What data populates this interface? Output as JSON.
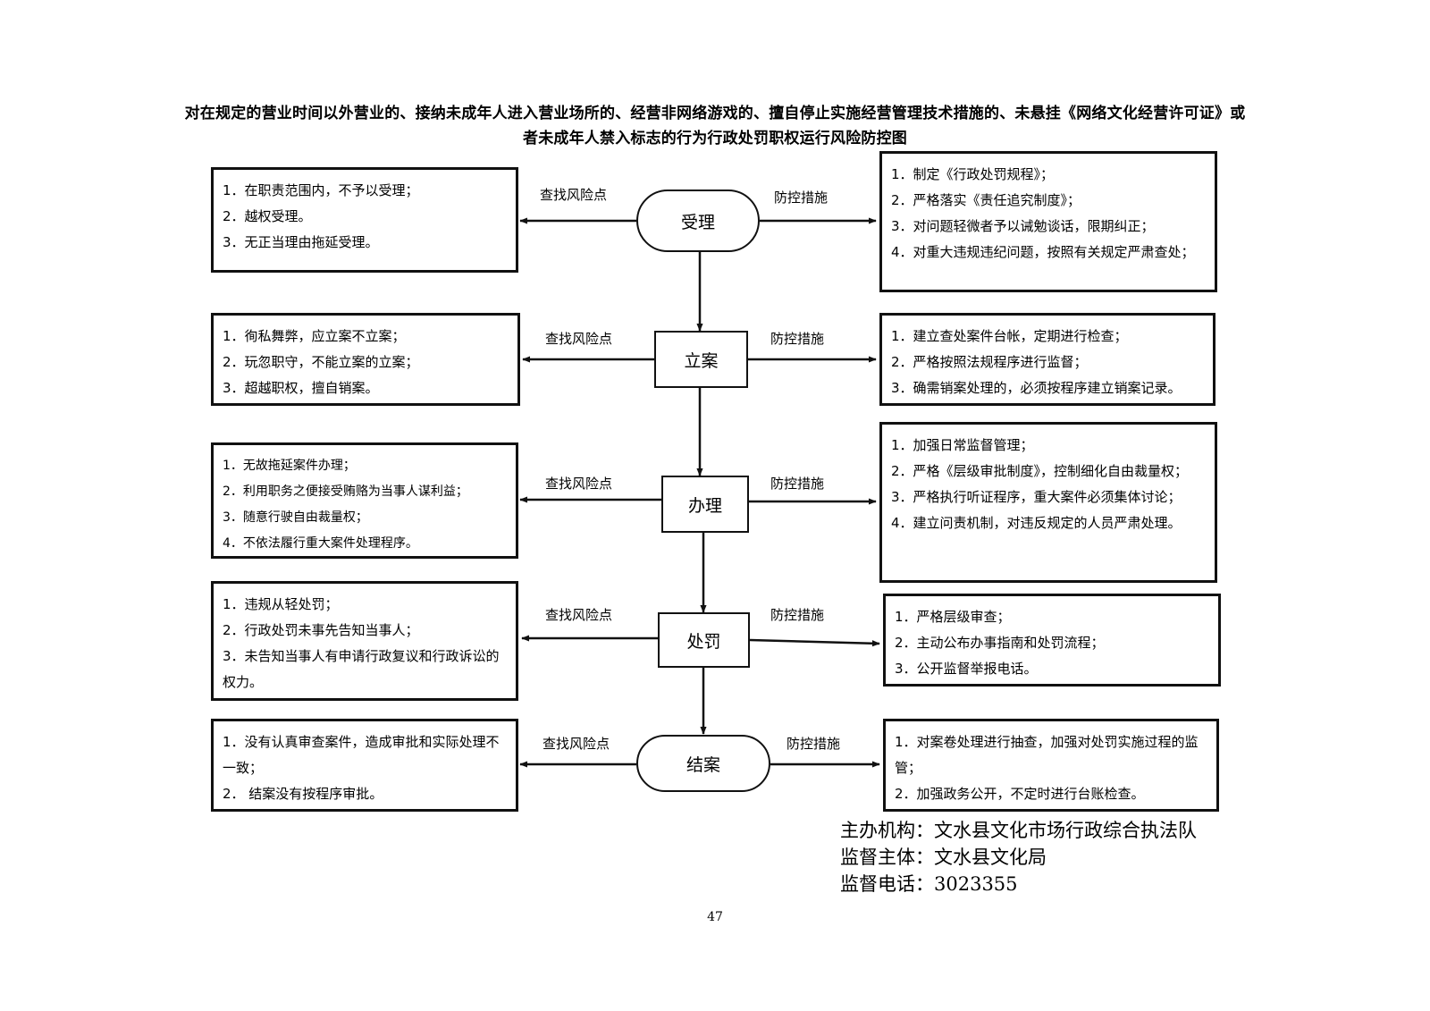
{
  "title": {
    "line1": "对在规定的营业时间以外营业的、接纳未成年人进入营业场所的、经营非网络游戏的、擅自停止实施经营管理技术措施的、未悬挂《网络文化经营许可证》或",
    "line2": "者未成年人禁入标志的行为行政处罚职权运行风险防控图"
  },
  "edge_labels": {
    "risk": "查找风险点",
    "control": "防控措施"
  },
  "stages": [
    {
      "name": "受理",
      "risks": [
        "1．在职责范围内，不予以受理；",
        "2．越权受理。",
        "3．无正当理由拖延受理。"
      ],
      "controls": [
        "1．制定《行政处罚规程》；",
        "2．严格落实《责任追究制度》；",
        "3．对问题轻微者予以诫勉谈话，限期纠正；",
        "4．对重大违规违纪问题，按照有关规定严肃查处；"
      ]
    },
    {
      "name": "立案",
      "risks": [
        "1．徇私舞弊，应立案不立案；",
        "2．玩忽职守，不能立案的立案；",
        "3．超越职权，擅自销案。"
      ],
      "controls": [
        "1．建立查处案件台帐，定期进行检查；",
        "2．严格按照法规程序进行监督；",
        "3．确需销案处理的，必须按程序建立销案记录。"
      ]
    },
    {
      "name": "办理",
      "risks": [
        "1．无故拖延案件办理；",
        "2．利用职务之便接受贿赂为当事人谋利益；",
        "3．随意行驶自由裁量权；",
        "4．不依法履行重大案件处理程序。"
      ],
      "controls": [
        "1．加强日常监督管理；",
        "2．严格《层级审批制度》，控制细化自由裁量权；",
        "3．严格执行听证程序，重大案件必须集体讨论；",
        "4．建立问责机制，对违反规定的人员严肃处理。"
      ]
    },
    {
      "name": "处罚",
      "risks": [
        "1．违规从轻处罚；",
        "2．行政处罚未事先告知当事人；",
        "3．未告知当事人有申请行政复议和行政诉讼的权力。"
      ],
      "controls": [
        "1．严格层级审查；",
        "2．主动公布办事指南和处罚流程；",
        "3．公开监督举报电话。"
      ]
    },
    {
      "name": "结案",
      "risks": [
        "1．没有认真审查案件，造成审批和实际处理不一致；",
        "2． 结案没有按程序审批。"
      ],
      "controls": [
        "1．对案卷处理进行抽查，加强对处罚实施过程的监管；",
        "2．加强政务公开，不定时进行台账检查。"
      ]
    }
  ],
  "footer": {
    "organizer": "主办机构：文水县文化市场行政综合执法队",
    "supervisor": "监督主体：文水县文化局",
    "phone": "监督电话：3023355"
  },
  "page_number": "47"
}
